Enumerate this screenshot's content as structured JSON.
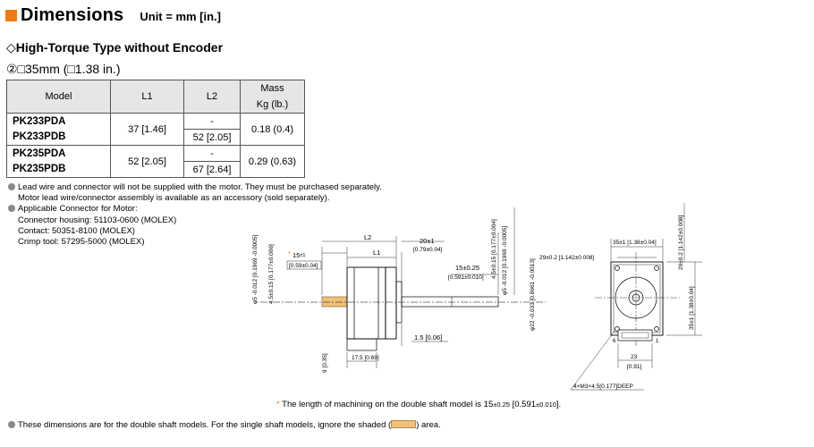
{
  "header": {
    "title": "Dimensions",
    "unit": "Unit = mm [in.]",
    "accent": "#f07b12"
  },
  "subtitle": "◇High-Torque Type without Encoder",
  "size_line": "②□35mm (□1.38 in.)",
  "table": {
    "headers": [
      "Model",
      "L1",
      "L2",
      "Mass",
      "Kg (lb.)"
    ],
    "rows": [
      {
        "model": "PK233PDA",
        "l2": "-"
      },
      {
        "model": "PK233PDB",
        "l2": "52 [2.05]"
      },
      {
        "model": "PK235PDA",
        "l2": "-"
      },
      {
        "model": "PK235PDB",
        "l2": "67 [2.64]"
      }
    ],
    "groups": [
      {
        "l1": "37 [1.46]",
        "mass": "0.18 (0.4)"
      },
      {
        "l1": "52 [2.05]",
        "mass": "0.29 (0.63)"
      }
    ]
  },
  "notes": [
    "Lead wire and connector will not be supplied with the motor. They must be purchased separately.",
    "Motor lead wire/connector assembly is available as an accessory (sold separately).",
    "Applicable Connector for Motor:",
    "Connector housing: 51103-0600 (MOLEX)",
    "Contact: 50351-8100 (MOLEX)",
    "Crimp tool: 57295-5000 (MOLEX)"
  ],
  "drawing": {
    "star": "*",
    "d_15": "15",
    "d_15_tol": "±1",
    "d_0591": "[0.59±0.04]",
    "d_l2": "L2",
    "d_l1": "L1",
    "d_20": "20±1",
    "d_079": "[0.79±0.04]",
    "d_15b": "15±0.25",
    "d_0591b": "[0.591±0.010]",
    "d_5": "φ5 -0.012 [0.1969 -0.0005]",
    "d_45": "4.5±0.15 [0.177±0.006]",
    "d_5b": "φ5 -0.012 [0.1969 -0.0005]",
    "d_45b": "4.5±0.15 [0.177±0.004]",
    "d_22": "φ22 -0.033 [0.8661 -0.0013]",
    "d_15c": "1.5 [0.06]",
    "d_9": "9 [0.35]",
    "d_175": "17.5 [0.69]",
    "d_35": "35±1 [1.38±0.04]",
    "d_29": "29±0.2 [1.142±0.008]",
    "d_29v": "29±0.2 [1.142±0.008]",
    "d_35v": "35±1 [1.38±0.04]",
    "d_23": "23",
    "d_091": "[0.91]",
    "d_m3": "4×M3×4.5[0.177]DEEP",
    "pin6": "6",
    "pin1": "1",
    "shade": "#f0c07a"
  },
  "footnote": {
    "star": "*",
    "text_a": "The length of machining on the double shaft model is 15",
    "tol_a": "±0.25",
    "text_b": " [0.591",
    "tol_b": "±0.010",
    "text_c": "]."
  },
  "bottom_note": {
    "text_a": "These dimensions are for the double shaft models. For the single shaft models, ignore the shaded (",
    "text_b": ") area."
  }
}
